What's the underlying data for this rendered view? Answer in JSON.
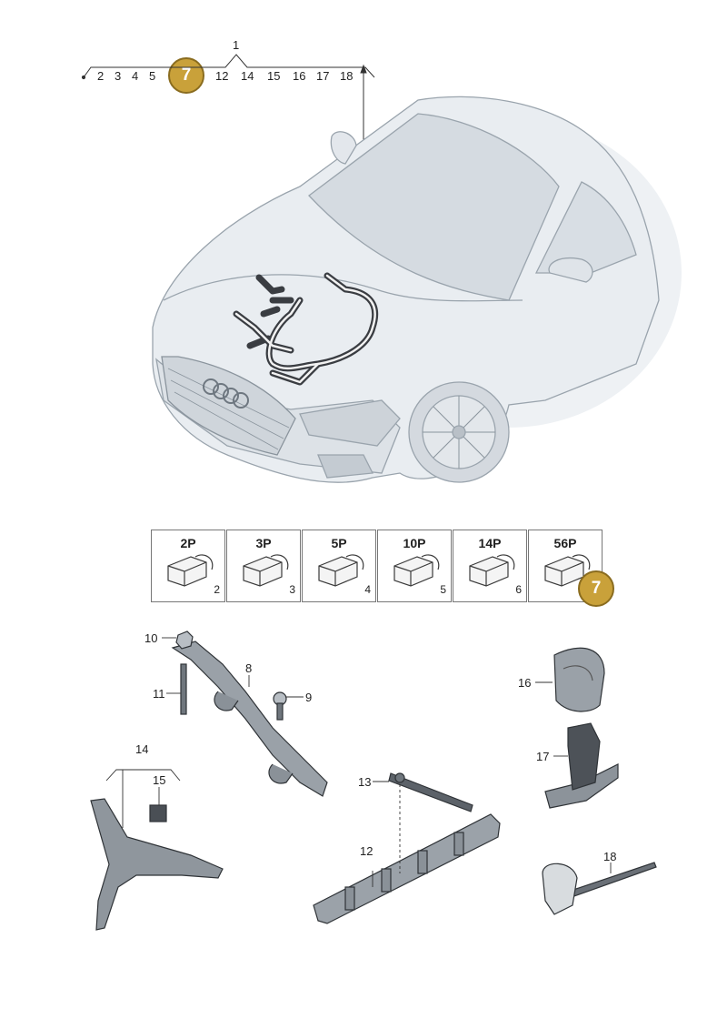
{
  "header_numbers": {
    "top": "1",
    "row": [
      "2",
      "3",
      "4",
      "5",
      "12",
      "14",
      "15",
      "16",
      "17",
      "18"
    ]
  },
  "badges": {
    "top": "7",
    "connector": "7"
  },
  "connectors": [
    {
      "label": "2P",
      "index": "2"
    },
    {
      "label": "3P",
      "index": "3"
    },
    {
      "label": "5P",
      "index": "4"
    },
    {
      "label": "10P",
      "index": "5"
    },
    {
      "label": "14P",
      "index": "6"
    },
    {
      "label": "56P",
      "index": ""
    }
  ],
  "callouts": {
    "p8": "8",
    "p9": "9",
    "p10": "10",
    "p11": "11",
    "p12": "12",
    "p13": "13",
    "p14": "14",
    "p15": "15",
    "p16": "16",
    "p17": "17",
    "p18": "18"
  },
  "colors": {
    "badge": "#c9a13a",
    "harness": "#3a3d42",
    "car_body": "#e6eaee"
  }
}
